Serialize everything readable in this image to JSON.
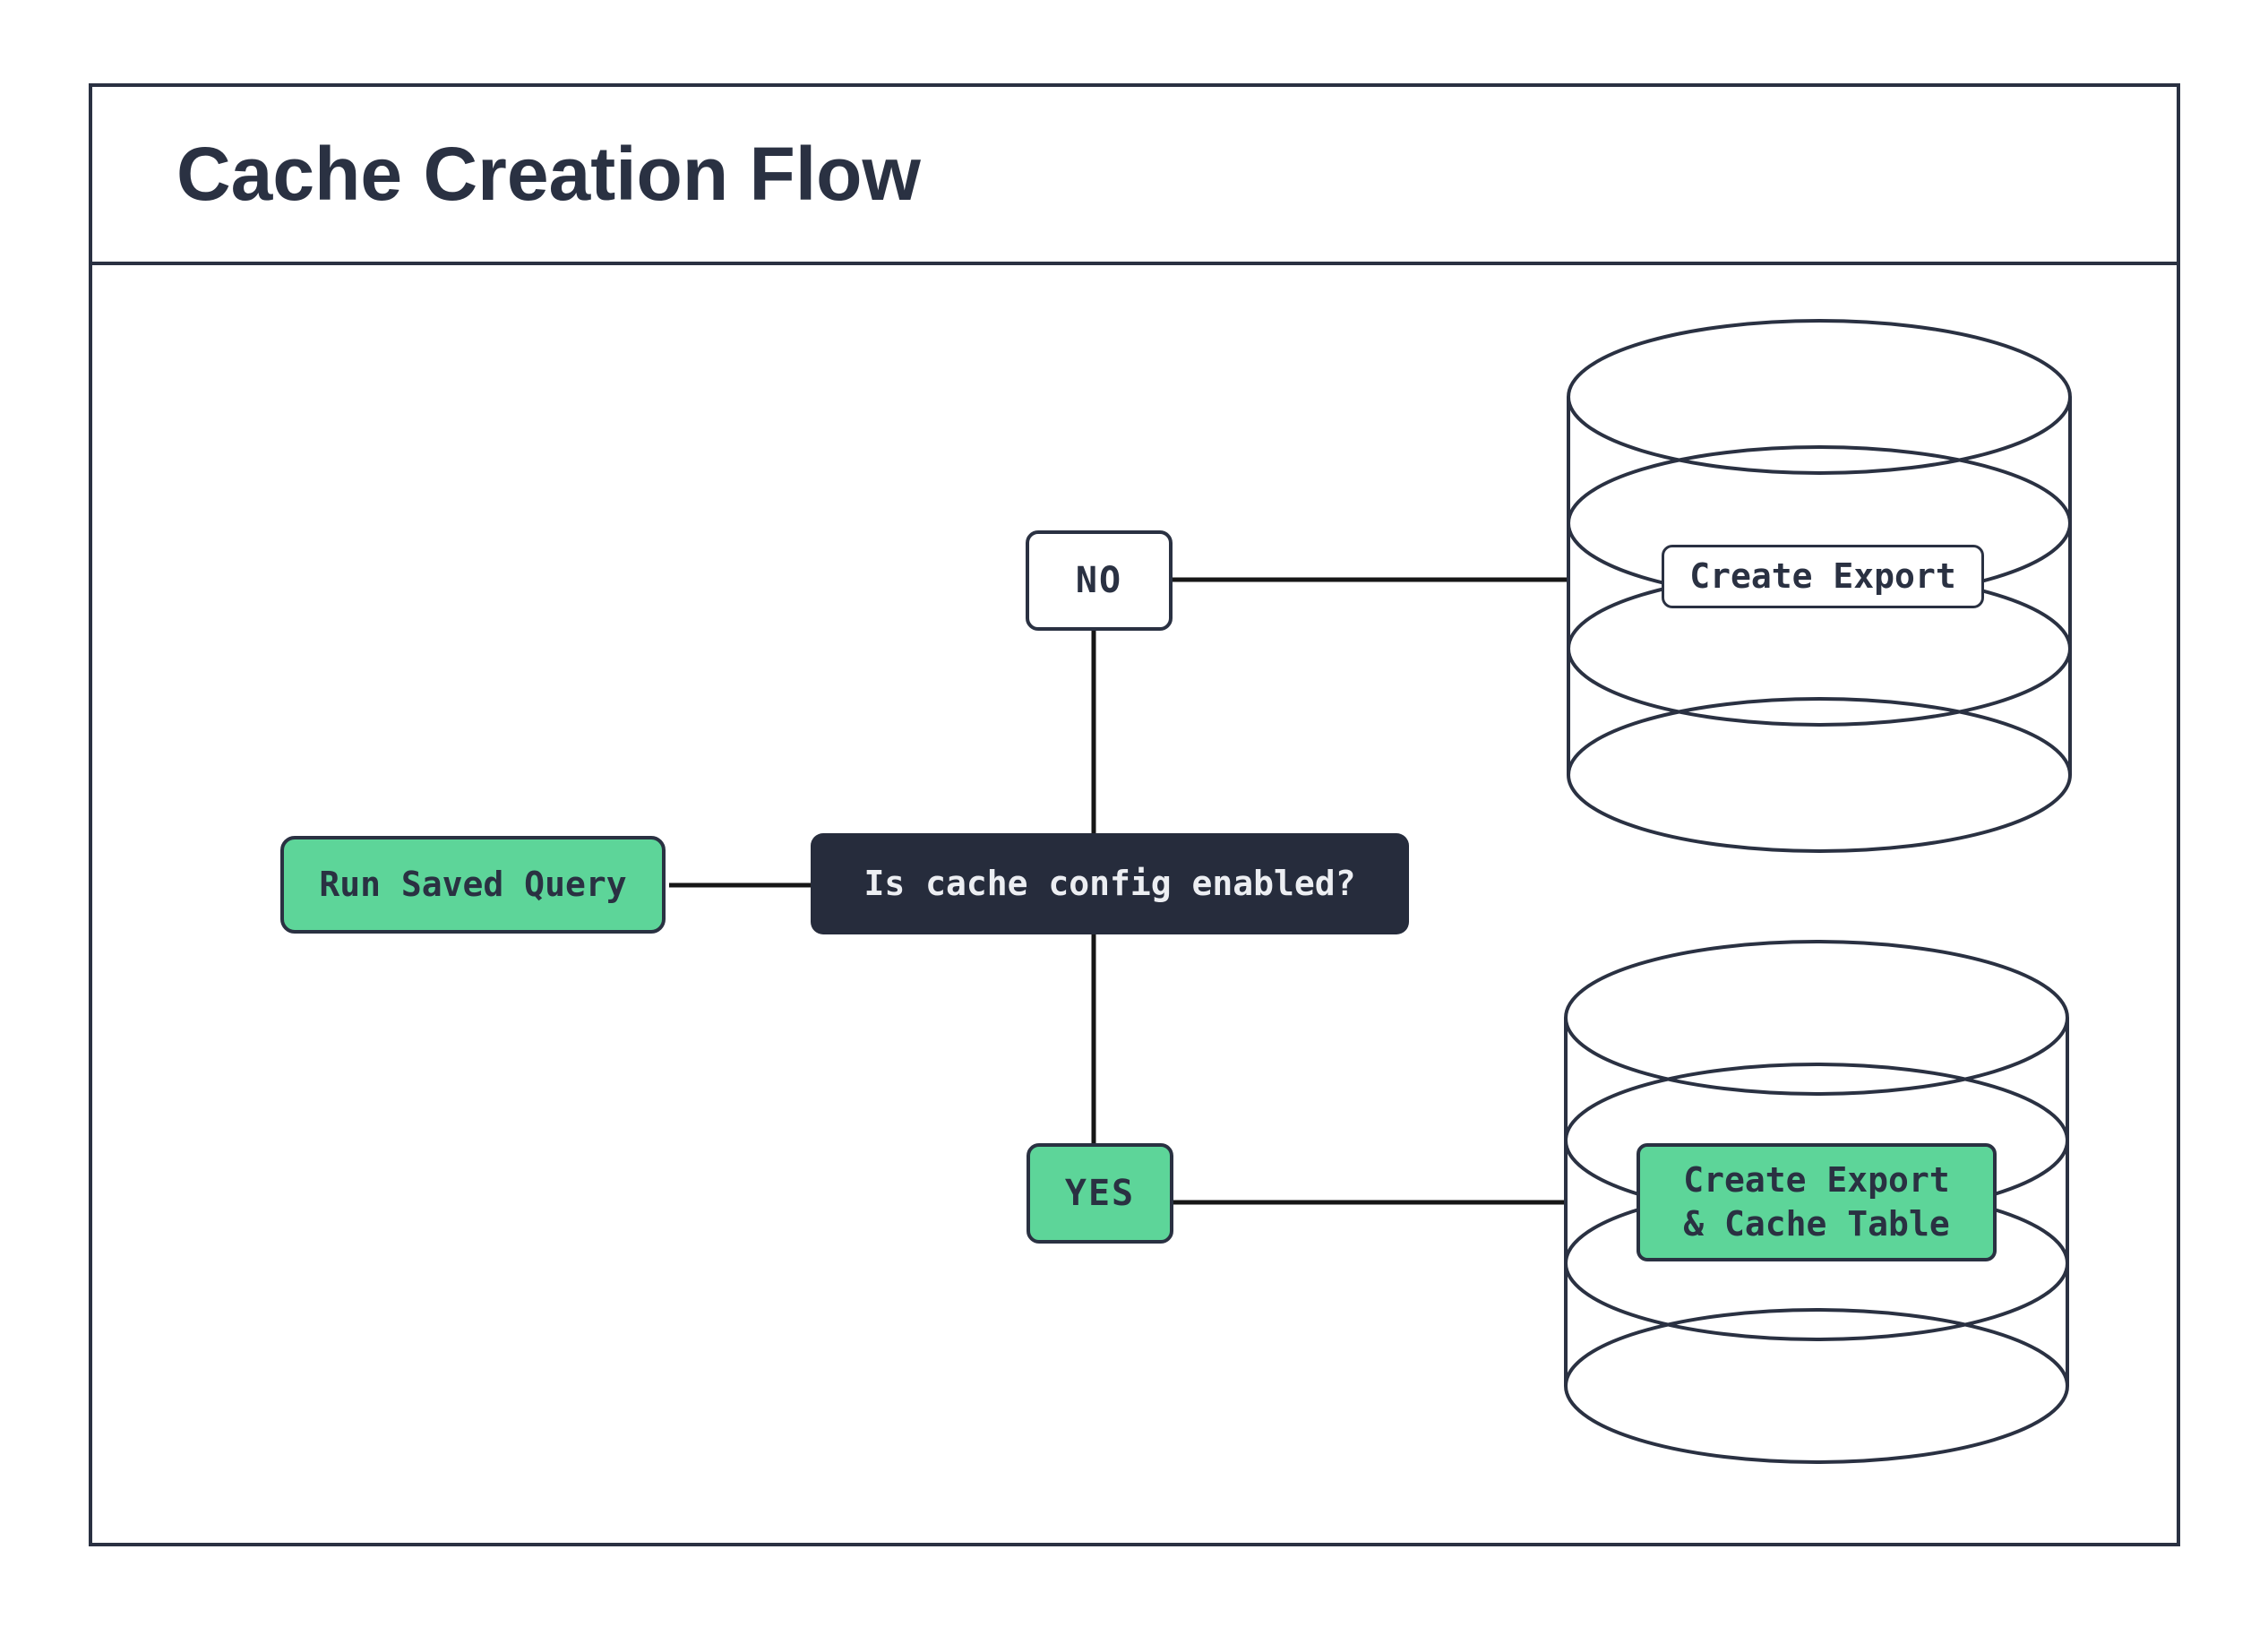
{
  "title": "Cache Creation Flow",
  "colors": {
    "navy": "#2a3142",
    "green": "#5dd599",
    "dark_fill": "#262c3c",
    "light_text": "#eceef2",
    "line": "#161616",
    "paper": "#ffffff"
  },
  "nodes": {
    "start": {
      "label": "Run Saved Query"
    },
    "decision": {
      "label": "Is cache config enabled?"
    },
    "branch_no": {
      "label": "NO"
    },
    "branch_yes": {
      "label": "YES"
    },
    "db_export": {
      "label": "Create Export"
    },
    "db_export_cache": {
      "line1": "Create Export",
      "line2": "& Cache Table"
    }
  },
  "icons": {
    "database_top": "database-cylinder-icon",
    "database_bottom": "database-cylinder-icon"
  }
}
